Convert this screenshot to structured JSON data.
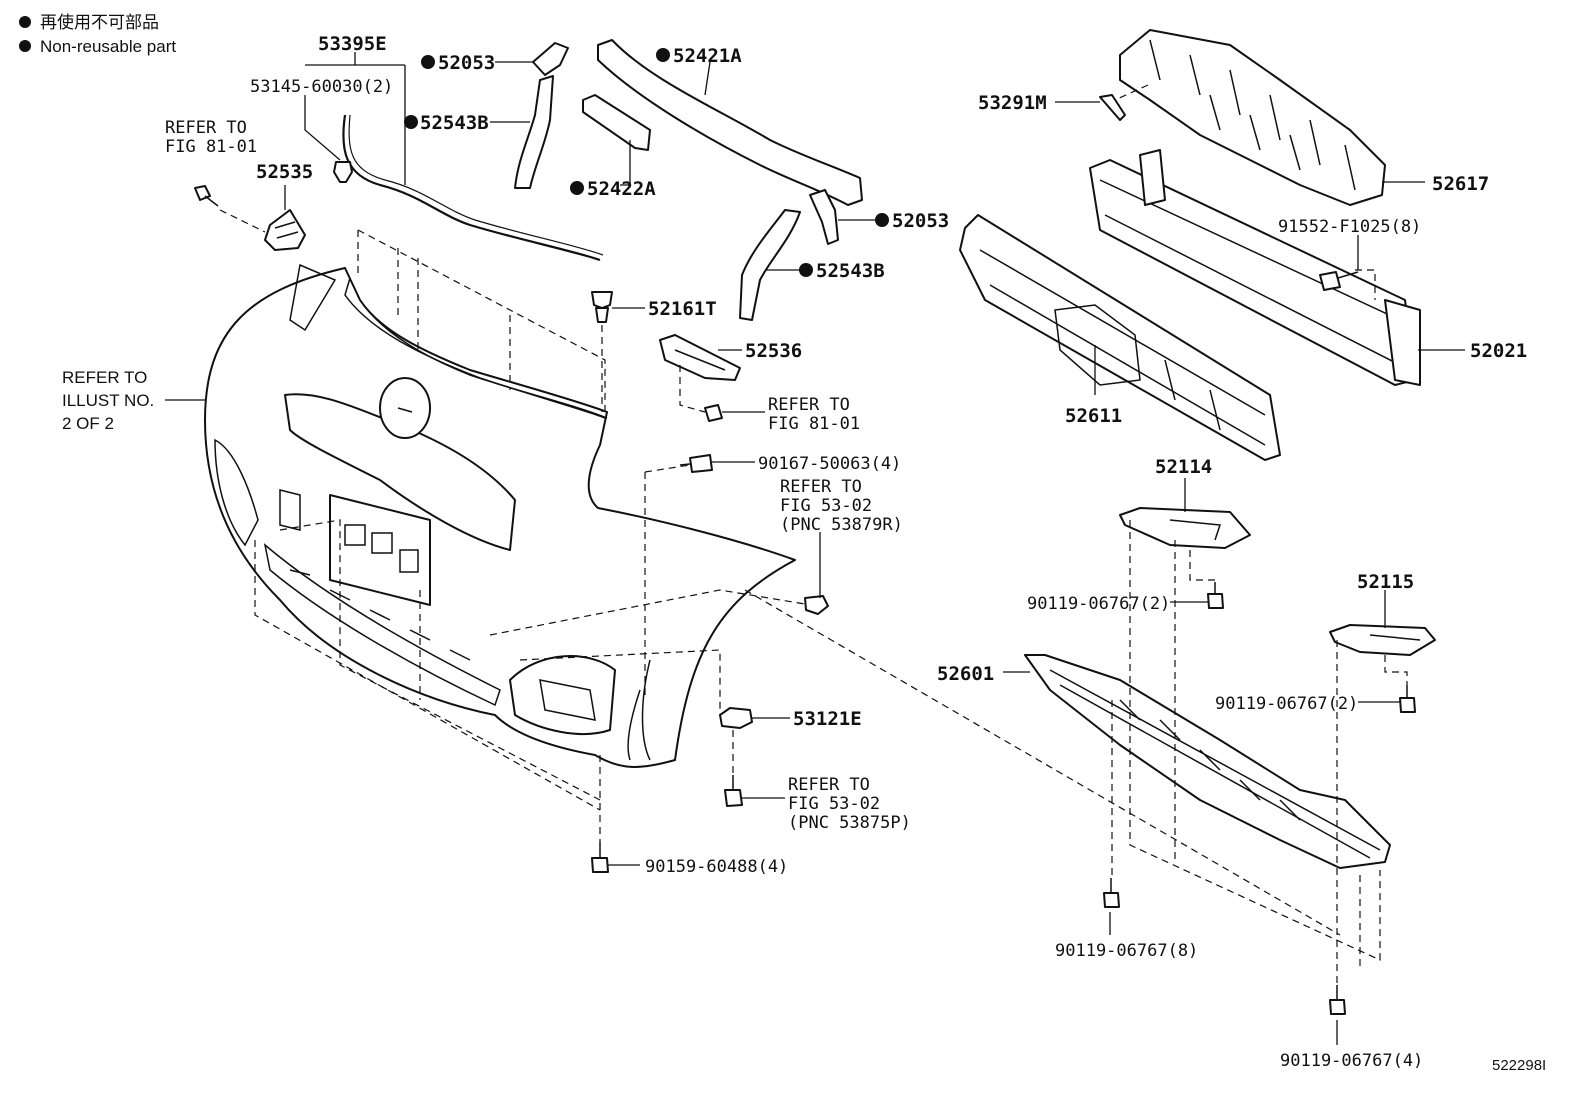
{
  "legend": {
    "line1": "再使用不可部品",
    "line2": "Non-reusable part"
  },
  "labels": {
    "p53395E": "53395E",
    "p53145": "53145-60030(2)",
    "p52053a": "52053",
    "p52421A": "52421A",
    "p52543Ba": "52543B",
    "p52422A": "52422A",
    "p52053b": "52053",
    "p52543Bb": "52543B",
    "p52535": "52535",
    "p52161T": "52161T",
    "p52536": "52536",
    "p90167": "90167-50063(4)",
    "p53121E": "53121E",
    "p90159": "90159-60488(4)",
    "p53291M": "53291M",
    "p52617": "52617",
    "p91552": "91552-F1025(8)",
    "p52021": "52021",
    "p52611": "52611",
    "p52114": "52114",
    "p90119a": "90119-06767(2)",
    "p52115": "52115",
    "p52601": "52601",
    "p90119b": "90119-06767(2)",
    "p90119c": "90119-06767(8)",
    "p90119d": "90119-06767(4)",
    "figid": "522298I"
  },
  "refs": {
    "r1": [
      "REFER TO",
      "FIG 81-01"
    ],
    "r2": [
      "REFER TO",
      "ILLUST NO.",
      "2 OF 2"
    ],
    "r3": [
      "REFER TO",
      "FIG 81-01"
    ],
    "r4": [
      "REFER TO",
      "FIG 53-02",
      "(PNC 53879R)"
    ],
    "r5": [
      "REFER TO",
      "FIG 53-02",
      "(PNC 53875P)"
    ]
  }
}
